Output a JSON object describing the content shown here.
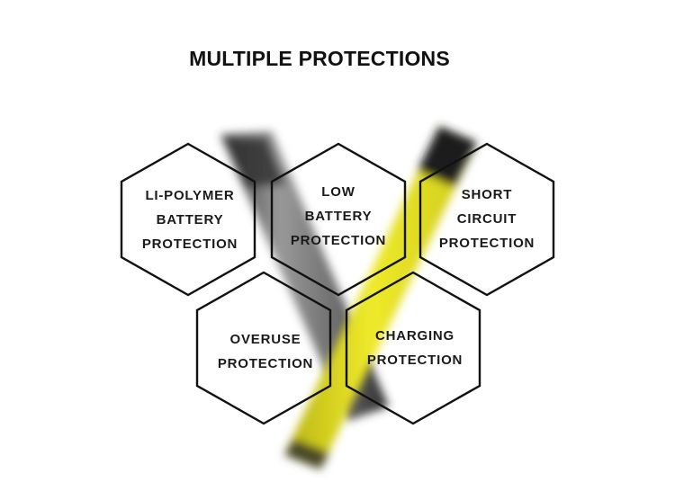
{
  "heading": "MULTIPLE PROTECTIONS",
  "colors": {
    "accent_yellow": "#e6e21f",
    "device_gray": "#8a8a8a",
    "outline": "#111111"
  },
  "protections": [
    {
      "lines": [
        "LI-POLYMER",
        "BATTERY",
        "PROTECTION"
      ]
    },
    {
      "lines": [
        "LOW",
        "BATTERY",
        "PROTECTION"
      ]
    },
    {
      "lines": [
        "SHORT",
        "CIRCUIT",
        "PROTECTION"
      ]
    },
    {
      "lines": [
        "OVERUSE",
        "PROTECTION"
      ]
    },
    {
      "lines": [
        "CHARGING",
        "PROTECTION"
      ]
    }
  ]
}
